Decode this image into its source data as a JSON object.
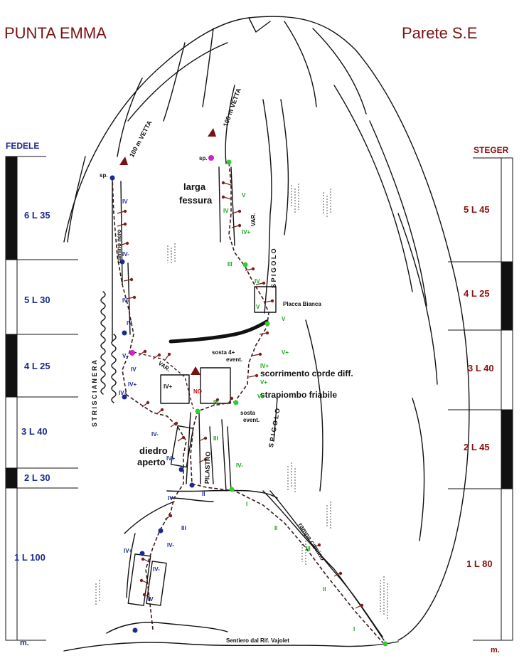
{
  "header": {
    "title_left": "PUNTA  EMMA",
    "title_right": "Parete  S.E"
  },
  "colors": {
    "title": "#7a1010",
    "fedele_route": "#1b2a8f",
    "steger_route": "#8b1010",
    "steger_grades": "#15a815",
    "rock_lines": "#111111"
  },
  "fedele": {
    "name": "FEDELE",
    "pitches": [
      "6 L 35",
      "5 L 30",
      "4 L 25",
      "3 L 40",
      "2 L 30",
      "1 L 100"
    ],
    "unit": "m."
  },
  "steger": {
    "name": "STEGER",
    "pitches": [
      "5 L 45",
      "4 L 25",
      "3 L 40",
      "2 L 45",
      "1 L 80"
    ],
    "unit": "m."
  },
  "summit": {
    "left": "100 m  VETTA",
    "right": "100 m  VETTA"
  },
  "labels": {
    "larga": "larga",
    "fessura": "fessura",
    "placca": "Placca Bianca",
    "scorrimento": "scorrimento corde diff.",
    "strapiombo": "strapiombo friabile",
    "sosta_top1": "sosta 4+",
    "sosta_top2": "event.",
    "sosta_bot1": "sosta",
    "sosta_bot2": "event.",
    "diedro1": "diedro",
    "diedro2": "aperto",
    "striscia": "S T R I S C I A   N E R A",
    "camino": "camino  nero",
    "spigolo_top": "S P I G O L O",
    "spigolo_bot": "S P I G O L O",
    "pilastro": "PILASTRO",
    "rampa": "rampa  camino",
    "sentiero": "Sentiero dal Rif. Vajolet",
    "var1": "VAR.",
    "var2": "VAR.",
    "sp1": "sp.",
    "sp2": "sp.",
    "no": "NO"
  },
  "grades": {
    "fed_1": "IV",
    "fed_2": "IV-",
    "fed_3": "IV-",
    "fed_4": "IV",
    "fed_5": "V-",
    "fed_6": "IV",
    "fed_7": "IV+",
    "fed_8": "IV+",
    "fed_9": "IV-",
    "fed_10": "IV+",
    "fed_11": "IV",
    "fed_12": "II",
    "fed_13": "III",
    "fed_14": "IV+",
    "fed_15": "IV-",
    "fed_16": "IV-",
    "fed_17": "IV",
    "st_1": "V",
    "st_2": "IV",
    "st_3": "IV+",
    "st_4": "III",
    "st_5": "IV",
    "st_6": "V",
    "st_7": "V",
    "st_8": "V+",
    "st_9": "IV+",
    "st_10": "V+",
    "st_11": "V+",
    "st_12": "IV",
    "st_13": "III",
    "st_14": "IV-",
    "st_15": "I",
    "st_16": "II",
    "st_17": "III",
    "st_18": "II",
    "st_19": "I",
    "box_1": "IV+"
  }
}
